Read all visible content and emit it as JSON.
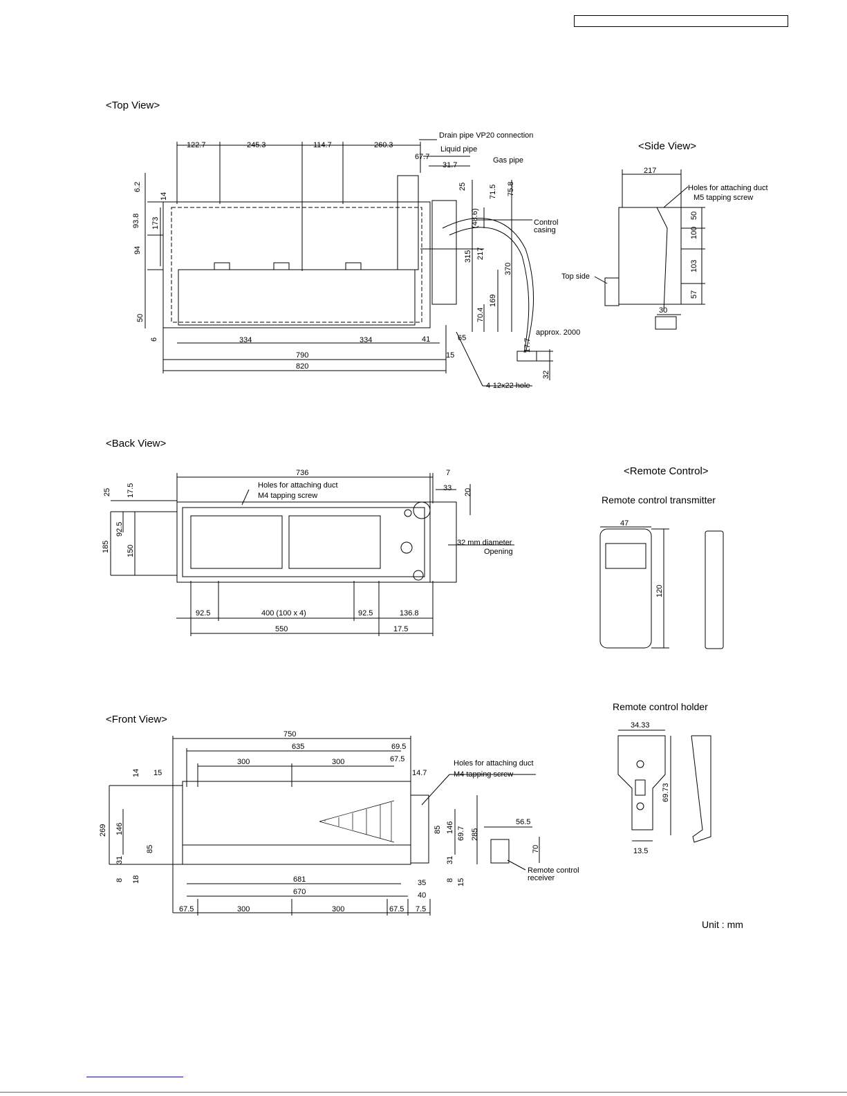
{
  "views": {
    "top": "<Top View>",
    "side": "<Side View>",
    "back": "<Back View>",
    "front": "<Front View>",
    "remote": "<Remote Control>"
  },
  "remote": {
    "transmitter": "Remote control transmitter",
    "holder": "Remote control holder"
  },
  "unit_label": "Unit : mm",
  "top": {
    "drain": "Drain pipe VP20 connection",
    "liquid": "Liquid pipe",
    "gas": "Gas pipe",
    "control1": "Control",
    "control2": "casing",
    "approx": "approx. 2000",
    "hole": "4-12x22 hole",
    "dims": [
      "122.7",
      "245.3",
      "114.7",
      "260.3",
      "67.7",
      "31.7",
      "25",
      "71.5",
      "75.8",
      "6.2",
      "14",
      "93.8",
      "173",
      "94",
      "(48.6)",
      "315",
      "217",
      "370",
      "169",
      "70.4",
      "50",
      "6",
      "334",
      "334",
      "41",
      "65",
      "790",
      "15",
      "820",
      "17.7",
      "32"
    ]
  },
  "side": {
    "holes1": "Holes for attaching duct",
    "holes2": "M5 tapping screw",
    "topside": "Top side",
    "dims": [
      "217",
      "50",
      "100",
      "103",
      "57",
      "30"
    ]
  },
  "back": {
    "holes1": "Holes for attaching duct",
    "holes2": "M4 tapping screw",
    "opening1": "32 mm diameter",
    "opening2": "Opening",
    "dims": [
      "736",
      "7",
      "33",
      "20",
      "25",
      "17.5",
      "92.5",
      "185",
      "150",
      "92.5",
      "400 (100 x 4)",
      "92.5",
      "136.8",
      "550",
      "17.5"
    ]
  },
  "front": {
    "holes1": "Holes for attaching duct",
    "holes2": "M4 tapping screw",
    "receiver1": "Remote control",
    "receiver2": "receiver",
    "dims": [
      "750",
      "635",
      "69.5",
      "300",
      "300",
      "67.5",
      "14.7",
      "14",
      "15",
      "269",
      "146",
      "85",
      "31",
      "8",
      "18",
      "85",
      "146",
      "69.7",
      "285",
      "31",
      "8",
      "15",
      "56.5",
      "70",
      "681",
      "35",
      "670",
      "40",
      "67.5",
      "300",
      "300",
      "67.5",
      "7.5"
    ]
  },
  "rc": {
    "w": "47",
    "h": "120",
    "hw": "34.33",
    "hh": "69.73",
    "hb": "13.5"
  }
}
